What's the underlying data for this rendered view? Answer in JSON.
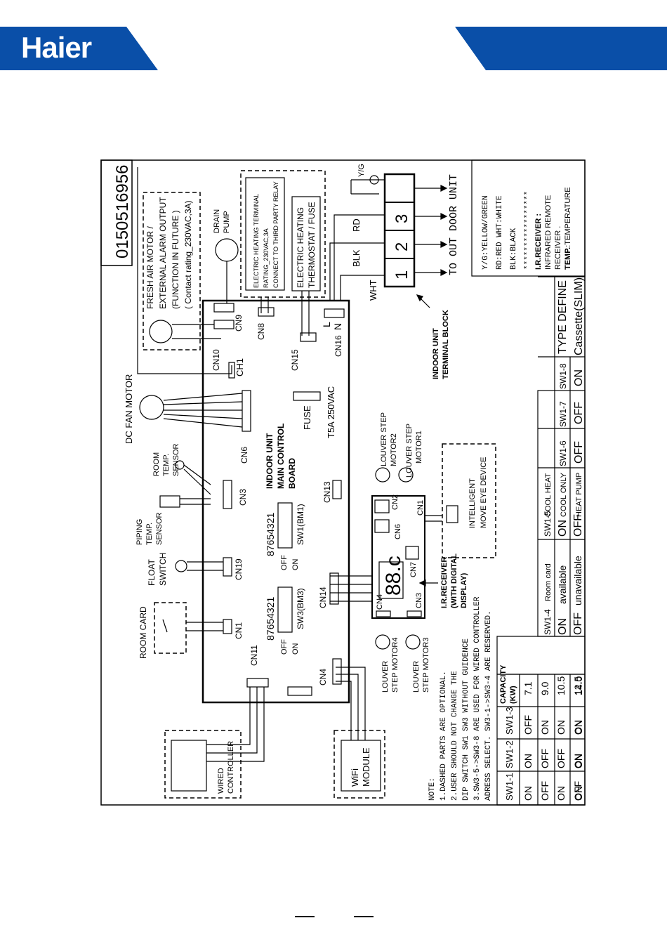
{
  "brand": {
    "logo_text": "Haier",
    "color": "#0a4fa8"
  },
  "diagram": {
    "part_number": "0150516956",
    "fresh_air": [
      "FRESH AIR MOTOR /",
      "EXTERNAL ALARM OUTPUT",
      "(FUNCTION IN FUTURE )",
      "( Contact rating_230VAC,3A)"
    ],
    "drain_pump": [
      "DRAIN",
      "PUMP"
    ],
    "elec_heat_terminal": [
      "ELECTRIC HEATING TERMINAL",
      "RATING_230VAC,3A",
      "CONNECT TO THIRD  PARTY RELAY"
    ],
    "elec_heat_thermostat": [
      "ELECTRIC HEATING",
      "THERMOSTAT / FUSE"
    ],
    "yg": "Y/G",
    "rd": "RD",
    "blk": "BLK",
    "wht": "WHT",
    "terminal_1": "1",
    "terminal_2": "2",
    "terminal_3": "3",
    "to_outdoor": "TO  OUT  DOOR  UNIT",
    "terminal_block": [
      "INDOOR UNIT",
      "TERMINAL BLOCK"
    ],
    "legend": {
      "lines": [
        "Y/G:YELLOW/GREEN",
        "RD:RED WHT:WHITE",
        "BLK:BLACK",
        "*****************"
      ],
      "ir_title": "I.R.RECEIVER :",
      "ir_desc": [
        "INFRARED REMOTE",
        "RECEIVER ."
      ],
      "temp_title": "TEMP.",
      "temp_desc": ":TEMPERATURE"
    },
    "connectors": {
      "cn9": "CN9",
      "cn10": "CN10",
      "ch1": "CH1",
      "cn8": "CN8",
      "cn15": "CN15",
      "cn16": "CN16",
      "l": "L",
      "n": "N",
      "cn6": "CN6",
      "cn3": "CN3",
      "cn19": "CN19",
      "cn1": "CN1",
      "cn11": "CN11",
      "cn13": "CN13",
      "cn14": "CN14",
      "cn4": "CN4"
    },
    "dc_fan_motor": "DC FAN MOTOR",
    "room_temp_sensor": [
      "ROOM",
      "TEMP.",
      "SENSOR"
    ],
    "piping_temp_sensor": [
      "PIPING",
      "TEMP.",
      "SENSOR"
    ],
    "float_switch": [
      "FLOAT",
      "SWITCH"
    ],
    "room_card": "ROOM CARD",
    "main_board": [
      "INDOOR UNIT",
      "MAIN CONTROL",
      "BOARD"
    ],
    "fuse": "FUSE",
    "fuse_rating": "T5A 250VAC",
    "sw1_digits": "87654321",
    "sw1_name": "SW1(BM1)",
    "sw3_digits": "87654321",
    "sw3_name": "SW3(BM3)",
    "off": "OFF",
    "on": "ON",
    "louver2": [
      "LOUVER STEP",
      "MOTOR2"
    ],
    "louver1": [
      "LOUVER STEP",
      "MOTOR1"
    ],
    "louver4": [
      "LOUVER",
      "STEP MOTOR4"
    ],
    "louver3": [
      "LOUVER",
      "STEP MOTOR3"
    ],
    "intelligent": [
      "INTELLIGENT",
      "MOVE EYE DEVICE"
    ],
    "display_digits": "88.c",
    "ir_receiver": [
      "I.R.RECEIVER",
      "(WITH DIGITAL",
      "DISPLAY)"
    ],
    "disp_cn2": "CN2",
    "disp_cn1": "CN1",
    "disp_cn6": "CN6",
    "disp_cn7": "CN7",
    "disp_cn4": "CN4",
    "disp_cn3": "CN3",
    "wired_controller": [
      "WIRED",
      "CONTROLLER"
    ],
    "wifi_module": [
      "WiFi",
      "MODULE"
    ],
    "notes": [
      "NOTE:",
      "1.DASHED PARTS  ARE OPTIONAL.",
      "2.USER SHOULD NOT CHANGE THE",
      "DIP SWITCH SW1 SW3 WITHOUT GUIDENCE",
      "3.SW3-5->SW3-8 ARE USED FOR WIRED CONTROLLER",
      "ADRESS SELECT.  SW3-1->SW3-4 ARE RESERVED."
    ],
    "cap_table": {
      "headers": [
        "SW1-1",
        "SW1-2",
        "SW1-3"
      ],
      "capacity_header": [
        "CAPACITY",
        "(KW)"
      ],
      "rows": [
        [
          "ON",
          "ON",
          "OFF",
          "7.1"
        ],
        [
          "OFF",
          "OFF",
          "ON",
          "9.0"
        ],
        [
          "ON",
          "OFF",
          "ON",
          "10.5"
        ],
        [
          "OFF",
          "ON",
          "ON",
          "12.5"
        ],
        [
          "ON",
          "ON",
          "ON",
          "14.0"
        ]
      ]
    },
    "sw14": {
      "label": "SW1-4",
      "desc": "Room card",
      "on": "ON",
      "on_val": "available",
      "off": "OFF",
      "off_val": "unavailable"
    },
    "sw15": {
      "label": "SW1-5",
      "desc": "COOL HEAT",
      "on": "ON",
      "on_val": "COOL ONLY",
      "off": "OFF",
      "off_val": "HEAT PUMP"
    },
    "sw16": {
      "label": "SW1-6",
      "val": "OFF"
    },
    "sw17": {
      "label": "SW1-7",
      "val": "OFF"
    },
    "sw18": {
      "label": "SW1-8",
      "val": "ON"
    },
    "type_define": "TYPE DEFINE",
    "type_value": "Cassette(SLIM)"
  }
}
